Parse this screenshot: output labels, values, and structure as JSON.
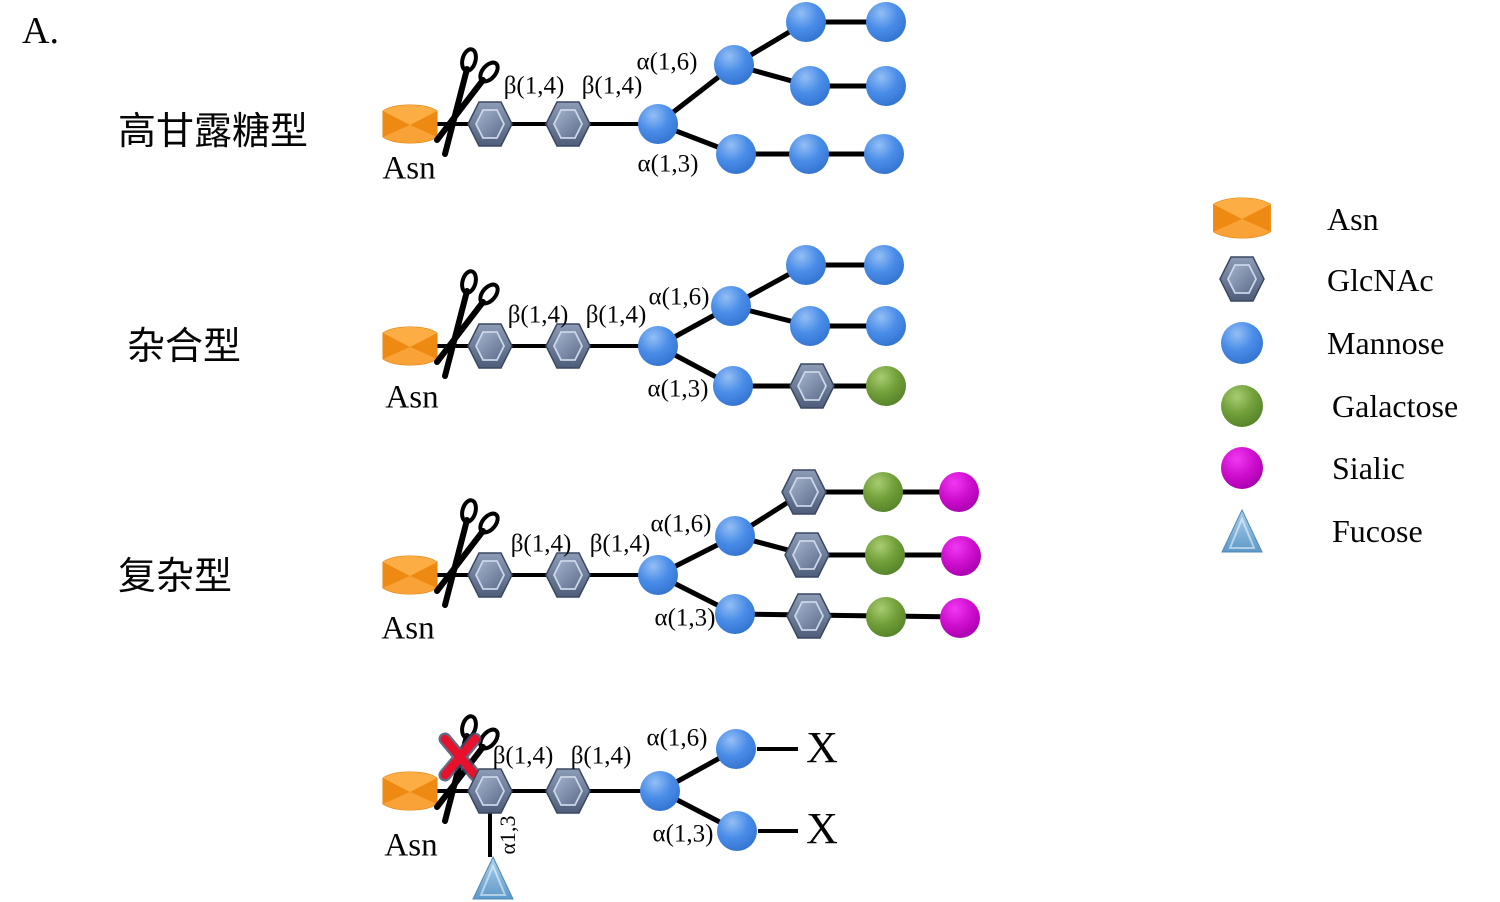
{
  "figure_label": "A.",
  "rows": [
    {
      "id": "high-mannose",
      "name": "高甘露糖型",
      "asn": "Asn",
      "b14_1": "β(1,4)",
      "b14_2": "β(1,4)",
      "a16": "α(1,6)",
      "a13": "α(1,3)"
    },
    {
      "id": "hybrid",
      "name": "杂合型",
      "asn": "Asn",
      "b14_1": "β(1,4)",
      "b14_2": "β(1,4)",
      "a16": "α(1,6)",
      "a13": "α(1,3)"
    },
    {
      "id": "complex",
      "name": "复杂型",
      "asn": "Asn",
      "b14_1": "β(1,4)",
      "b14_2": "β(1,4)",
      "a16": "α(1,6)",
      "a13": "α(1,3)"
    },
    {
      "id": "core-fucosylated",
      "name": "",
      "asn": "Asn",
      "b14_1": "β(1,4)",
      "b14_2": "β(1,4)",
      "a16": "α(1,6)",
      "a13": "α(1,3)",
      "fucose_link": "α1,3",
      "x_upper": "X",
      "x_lower": "X"
    }
  ],
  "legend": {
    "items": [
      {
        "icon": "asn-icon",
        "label": "Asn",
        "color": "#F7941E"
      },
      {
        "icon": "glcnac-icon",
        "label": "GlcNAc",
        "color": "#5E6F8C"
      },
      {
        "icon": "mannose-icon",
        "label": "Mannose",
        "color": "#4A8DE8"
      },
      {
        "icon": "galactose-icon",
        "label": "Galactose",
        "color": "#6FA23C"
      },
      {
        "icon": "sialic-icon",
        "label": "Sialic",
        "color": "#CC0CCC"
      },
      {
        "icon": "fucose-icon",
        "label": "Fucose",
        "color": "#6FA8D6"
      }
    ]
  },
  "colors": {
    "bond": "#000000",
    "scissors": "#000000",
    "blocked_x": "#E8112D",
    "background": "#FFFFFF"
  }
}
